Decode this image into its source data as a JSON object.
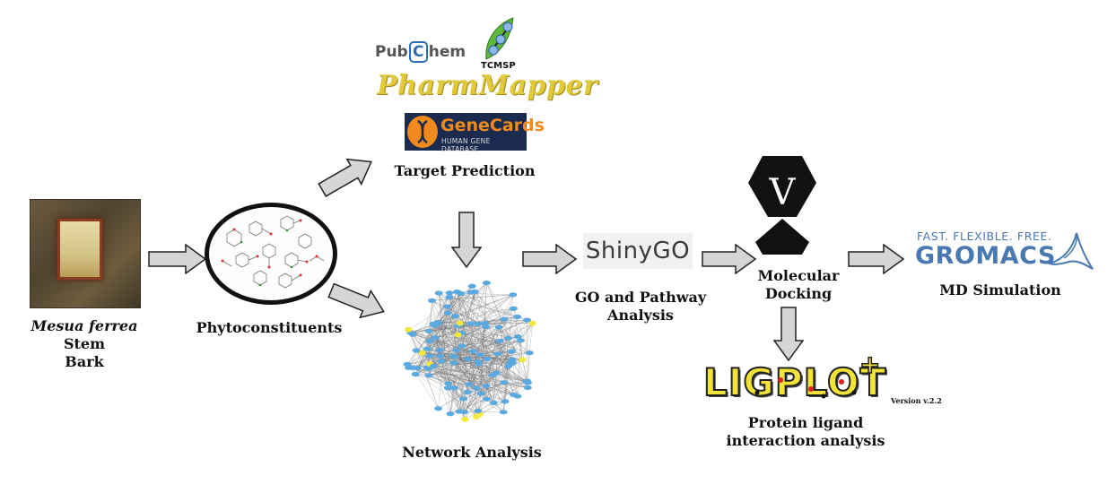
{
  "source": {
    "caption_italic": "Mesua ferrea",
    "caption_rest": " Stem",
    "caption_line2": "Bark"
  },
  "phytoconstituents": {
    "caption": "Phytoconstituents"
  },
  "target_prediction": {
    "caption": "Target Prediction",
    "logos": {
      "pubchem_pre": "Pub",
      "pubchem_c": "C",
      "pubchem_post": "hem",
      "tcmsp": "TCMSP",
      "pharmmapper": "PharmMapper",
      "genecards_name": "GeneCards",
      "genecards_sub": "HUMAN GENE DATABASE"
    }
  },
  "network": {
    "caption": "Network Analysis"
  },
  "go_pathway": {
    "logo": "ShinyGO",
    "caption_line1": "GO and Pathway",
    "caption_line2": "Analysis"
  },
  "docking": {
    "logo_letter": "V",
    "caption_line1": "Molecular",
    "caption_line2": "Docking"
  },
  "md": {
    "logo_tag": "FAST. FLEXIBLE. FREE.",
    "logo_name": "GROMACS",
    "caption": "MD Simulation"
  },
  "ligplot": {
    "logo": "LIGPLOT",
    "plus": "+",
    "version": "Version v.2.2",
    "caption_line1": "Protein ligand",
    "caption_line2": "interaction analysis"
  },
  "colors": {
    "arrow_fill": "#d6d6d6",
    "arrow_stroke": "#222222",
    "network_node": "#5aa9e0",
    "network_hub": "#f2e93a",
    "gromacs_blue": "#4a78b0",
    "genecards_orange": "#f08a1c"
  }
}
